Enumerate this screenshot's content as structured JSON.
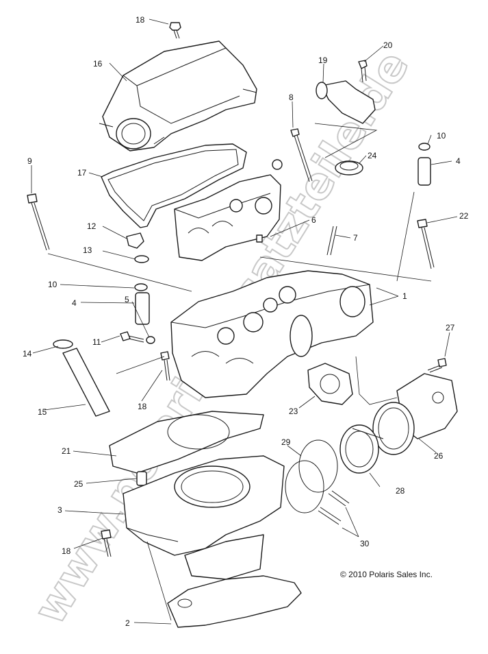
{
  "watermark": "www.polaris-ersatzteile.de",
  "copyright": "© 2010 Polaris Sales Inc.",
  "callouts": {
    "c18a": "18",
    "c16": "16",
    "c19": "19",
    "c20": "20",
    "c8": "8",
    "c10a": "10",
    "c4a": "4",
    "c24": "24",
    "c9": "9",
    "c17": "17",
    "c22": "22",
    "c12": "12",
    "c6": "6",
    "c7": "7",
    "c13": "13",
    "c10b": "10",
    "c4b": "4",
    "c1": "1",
    "c5": "5",
    "c27": "27",
    "c11": "11",
    "c14": "14",
    "c18b": "18",
    "c23": "23",
    "c15": "15",
    "c29": "29",
    "c21": "21",
    "c26": "26",
    "c25": "25",
    "c28": "28",
    "c3": "3",
    "c30": "30",
    "c18c": "18",
    "c2": "2"
  }
}
